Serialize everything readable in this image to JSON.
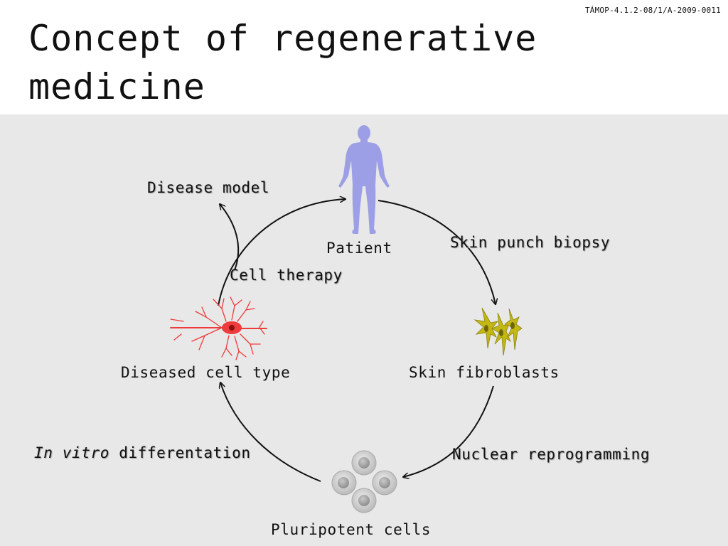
{
  "header": {
    "project_code": "TÁMOP-4.1.2-08/1/A-2009-0011",
    "title": "Concept of regenerative medicine"
  },
  "diagram": {
    "nodes": {
      "patient": "Patient",
      "skin_fibroblasts": "Skin fibroblasts",
      "pluripotent_cells": "Pluripotent cells",
      "diseased_cell_type": "Diseased cell type"
    },
    "edges": {
      "skin_punch_biopsy": "Skin punch biopsy",
      "nuclear_reprogramming": "Nuclear reprogramming",
      "in_vitro": "In vitro",
      "differentation": " differentation",
      "cell_therapy": "Cell therapy",
      "disease_model": "Disease model"
    },
    "colors": {
      "background": "#e7e8e7",
      "patient_figure": "#9d9fe6",
      "fibroblast": "#c3b716",
      "neuron": "#ef3b3b",
      "pluripotent_cell": "#c8c8c8",
      "arrow": "#111111"
    },
    "icons": [
      "human-figure-icon",
      "fibroblast-cells-icon",
      "pluripotent-cells-icon",
      "neuron-icon"
    ]
  }
}
